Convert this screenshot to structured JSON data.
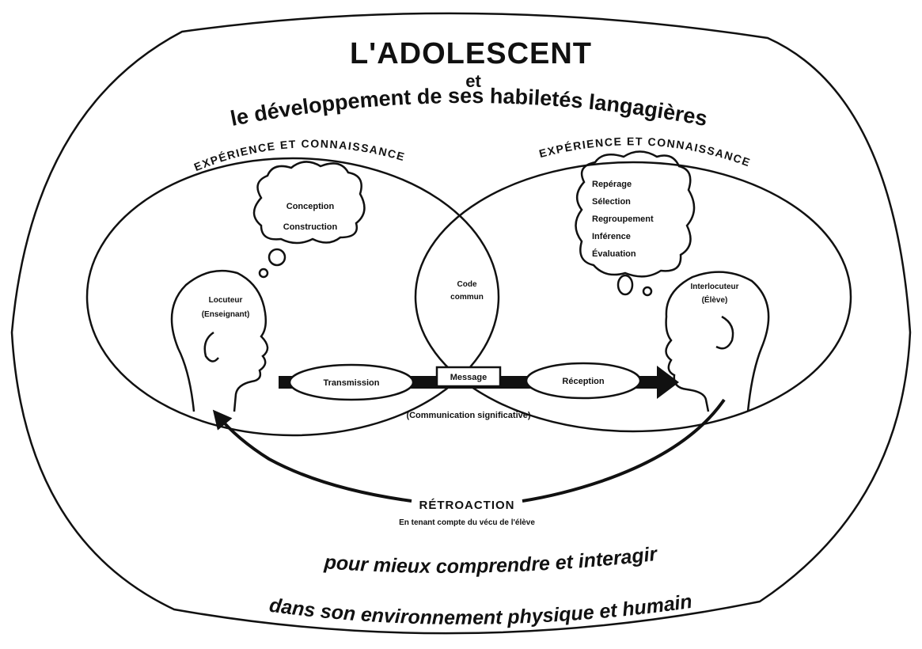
{
  "title": "L'ADOLESCENT",
  "connector": "et",
  "subtitle": "le développement de ses habiletés langagières",
  "left_arc_label": "EXPÉRIENCE ET CONNAISSANCE",
  "right_arc_label": "EXPÉRIENCE ET CONNAISSANCE",
  "left_thought": [
    "Conception",
    "Construction"
  ],
  "right_thought": [
    "Repérage",
    "Sélection",
    "Regroupement",
    "Inférence",
    "Évaluation"
  ],
  "speaker": [
    "Locuteur",
    "(Enseignant)"
  ],
  "listener": [
    "Interlocuteur",
    "(Élève)"
  ],
  "code_commun": [
    "Code",
    "commun"
  ],
  "transmission": "Transmission",
  "message": "Message",
  "reception": "Réception",
  "communication": "(Communication significative)",
  "retroaction": "RÉTROACTION",
  "retroaction_note": "En tenant compte du vécu de l'élève",
  "bottom_line1": "pour mieux comprendre et interagir",
  "bottom_line2": "dans son environnement physique et humain"
}
